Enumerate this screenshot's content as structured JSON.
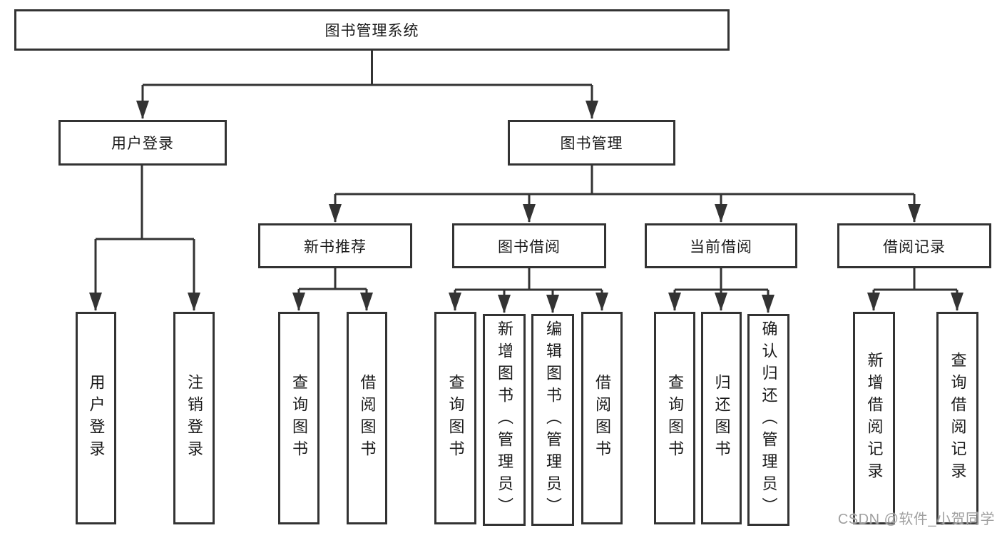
{
  "watermark": "CSDN @软件_小贺同学",
  "colors": {
    "line": "#333333",
    "text": "#1a1a1a",
    "watermark": "#a0a0a0",
    "background": "#ffffff"
  },
  "tree": {
    "label": "图书管理系统",
    "children": [
      {
        "label": "用户登录",
        "children": [
          {
            "label": "用户登录"
          },
          {
            "label": "注销登录"
          }
        ]
      },
      {
        "label": "图书管理",
        "children": [
          {
            "label": "新书推荐",
            "children": [
              {
                "label": "查询图书"
              },
              {
                "label": "借阅图书"
              }
            ]
          },
          {
            "label": "图书借阅",
            "children": [
              {
                "label": "查询图书"
              },
              {
                "label": "新增图书（管理员）"
              },
              {
                "label": "编辑图书（管理员）"
              },
              {
                "label": "借阅图书"
              }
            ]
          },
          {
            "label": "当前借阅",
            "children": [
              {
                "label": "查询图书"
              },
              {
                "label": "归还图书"
              },
              {
                "label": "确认归还（管理员）"
              }
            ]
          },
          {
            "label": "借阅记录",
            "children": [
              {
                "label": "新增借阅记录"
              },
              {
                "label": "查询借阅记录"
              }
            ]
          }
        ]
      }
    ]
  }
}
